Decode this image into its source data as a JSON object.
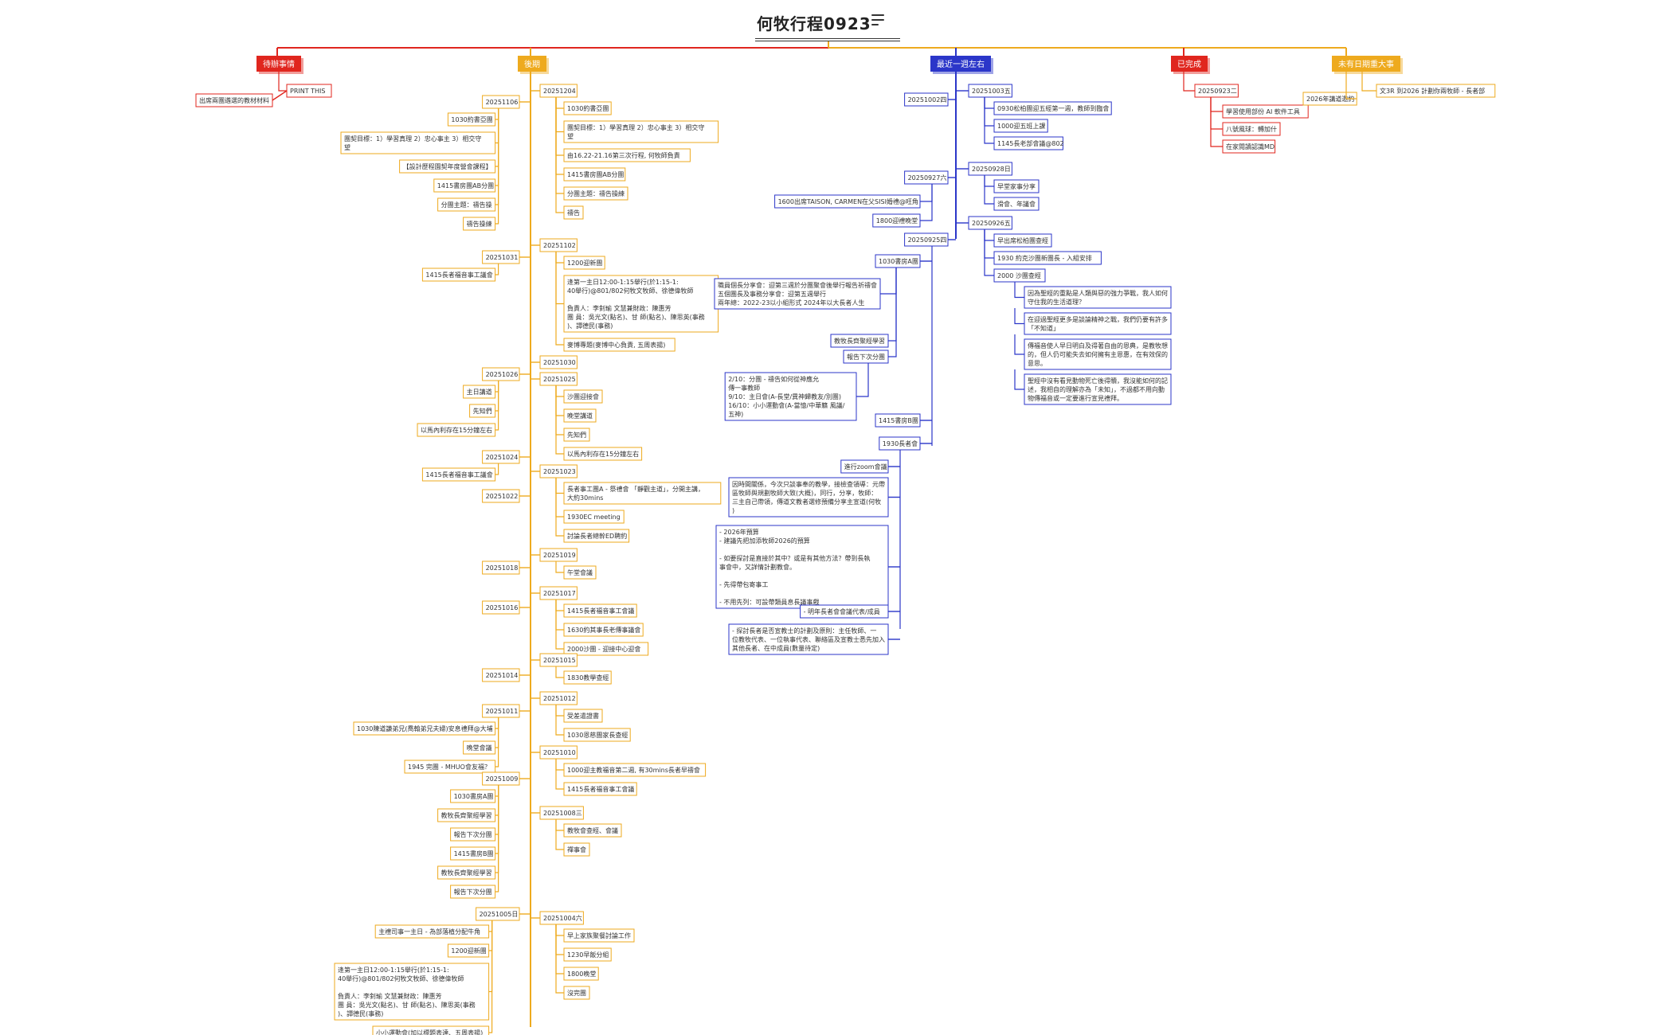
{
  "title": "何牧行程0923",
  "colors": {
    "red": "#e0261e",
    "orange": "#eeaa1e",
    "blue": "#2b36c9",
    "text": "#333333"
  },
  "branches": [
    {
      "id": "todo",
      "label": "待辦事情",
      "color": "red",
      "children": [
        {
          "label": "PRINT THIS",
          "children": [
            {
              "label": "出席兩團遴選的教材材料"
            }
          ]
        }
      ]
    },
    {
      "id": "later",
      "label": "後期",
      "color": "orange",
      "left": [
        {
          "label": "20251106",
          "children": [
            {
              "label": "1030約書亞團"
            },
            {
              "label": "團契目標：1）學習真理  2）忠心事主  3）相交守望",
              "multiline": true
            },
            {
              "label": "【設計歷程園契年度營會課程】"
            },
            {
              "label": "1415書房團AB分團"
            },
            {
              "label": "分團主題：禱告操"
            },
            {
              "label": "禱告操練"
            }
          ]
        },
        {
          "label": "20251031",
          "children": [
            {
              "label": "1415長者福音事工議會"
            }
          ]
        },
        {
          "label": "20251026",
          "children": [
            {
              "label": "主日講道"
            },
            {
              "label": "先知們"
            },
            {
              "label": "以馬內利存在15分鐘左右"
            }
          ]
        },
        {
          "label": "20251024",
          "children": [
            {
              "label": "1415長者福音事工議會"
            }
          ]
        },
        {
          "label": "20251022"
        },
        {
          "label": "20251018"
        },
        {
          "label": "20251016"
        },
        {
          "label": "20251014"
        },
        {
          "label": "20251011",
          "children": [
            {
              "label": "1030陳道謙弟兄(喬翰弟兄夫婦)安息禮拜@大埔"
            },
            {
              "label": "晚堂會議"
            },
            {
              "label": "1945 完團 - MHUO會友福？"
            }
          ]
        },
        {
          "label": "20251009",
          "children": [
            {
              "label": "1030書房A團"
            },
            {
              "label": "教牧長齊聚經學習"
            },
            {
              "label": "報告下次分團"
            },
            {
              "label": "1415書房B團"
            },
            {
              "label": "教牧長齊聚經學習"
            },
            {
              "label": "報告下次分團"
            }
          ]
        },
        {
          "label": "20251005日",
          "children": [
            {
              "label": "主禮司事一主日 - 為部落植分配牛角"
            },
            {
              "label": "1200迎新團"
            },
            {
              "label": "逢第一主日12:00-1:15舉行(於1:15-1:40舉行)@801/802何牧文牧師、徐德偉牧師\n\n負責人：李釗瑜  文慧兼財政：陳惠芳\n團 員：吳光文(點名)、甘 師(點名)、陳思英(事務)、譚德民(事務)",
              "multiline": true
            },
            {
              "label": "小小運動會(加以標題表達、五周表揚)"
            }
          ]
        }
      ],
      "right": [
        {
          "label": "20251204",
          "children": [
            {
              "label": "1030約書亞團"
            },
            {
              "label": "團契目標：1）學習真理  2）忠心事主  3）相交守望",
              "multiline": true
            },
            {
              "label": "由16.22-21.16第三次行程, 何牧師負責"
            },
            {
              "label": "1415書房團AB分團"
            },
            {
              "label": "分團主題：禱告操練"
            },
            {
              "label": "禱告"
            }
          ]
        },
        {
          "label": "20251102",
          "children": [
            {
              "label": "1200迎新團"
            },
            {
              "label": "逢第一主日12:00-1:15舉行(於1:15-1:40舉行)@801/802何牧文牧師、徐德偉牧師\n\n負責人：李釗瑜  文慧兼財政：陳惠芳\n團 員：吳光文(點名)、甘 師(點名)、陳思英(事務)、譚德民(事務)",
              "multiline": true
            },
            {
              "label": "麥博專題(麥博中心負責, 五周表揚)"
            }
          ]
        },
        {
          "label": "20251030"
        },
        {
          "label": "20251025",
          "children": [
            {
              "label": "沙團迎接會"
            },
            {
              "label": "晚堂講道"
            },
            {
              "label": "先知們"
            },
            {
              "label": "以馬內利存在15分鐘左右"
            }
          ]
        },
        {
          "label": "20251023",
          "children": [
            {
              "label": "長者事工團A - 祭禮會 「靜觀主道」，分開主講， 大約30mins",
              "multiline": true
            },
            {
              "label": "1930EC meeting"
            },
            {
              "label": "討論長者總幹ED聘約"
            }
          ]
        },
        {
          "label": "20251019",
          "children": [
            {
              "label": "午堂會議"
            }
          ]
        },
        {
          "label": "20251017",
          "children": [
            {
              "label": "1415長者福音事工會議"
            },
            {
              "label": "1630約其事長老傳事議會"
            },
            {
              "label": "2000沙團 - 迎接中心迎會"
            }
          ]
        },
        {
          "label": "20251015",
          "children": [
            {
              "label": "1830教學查經"
            }
          ]
        },
        {
          "label": "20251012",
          "children": [
            {
              "label": "受差遣證書"
            },
            {
              "label": "1030恩慈團家長查經"
            }
          ]
        },
        {
          "label": "20251010",
          "children": [
            {
              "label": "1000迎主教福音第二週, 有30mins長者早禱會",
              "multiline": true
            },
            {
              "label": "1415長者福音事工會議"
            }
          ]
        },
        {
          "label": "20251008三",
          "children": [
            {
              "label": "教牧會查經、會議"
            },
            {
              "label": "禪事會"
            }
          ]
        },
        {
          "label": "20251004六",
          "children": [
            {
              "label": "早上家族聚餐討論工作"
            },
            {
              "label": "1230早飯分組"
            },
            {
              "label": "1800晚堂"
            },
            {
              "label": "沒完團"
            }
          ]
        }
      ]
    },
    {
      "id": "recent",
      "label": "最近一週左右",
      "color": "blue",
      "left": [
        {
          "label": "20251002四"
        },
        {
          "label": "20250927六",
          "children": [
            {
              "label": "1600出席TAISON, CARMEN在父SISI婚禮@旺角"
            },
            {
              "label": "1800迎禮晚堂"
            }
          ]
        },
        {
          "label": "20250925四",
          "children": [
            {
              "label": "1030書房A團"
            },
            {
              "label": "職員個長分享會：迎第三週於分團聚會後舉行報告祈禱會\n五個團長及事務分享會：迎第五週舉行\n兩年總：2022-23以小組形式  2024年以大長者人生",
              "multiline": true
            },
            {
              "label": "教牧長齊聚經學習"
            },
            {
              "label": "報告下次分團"
            },
            {
              "label": "2/10：分團 - 禱告如何從神應允\n     傳一事教師\n9/10：主日會(A-長堂/異神歸教友/別團)\n16/10：小小運動會(A-當憶/中華籍 風議/五神)",
              "multiline": true
            },
            {
              "label": "1415書房B團"
            },
            {
              "label": "1930長者會"
            },
            {
              "label": "進行zoom會議"
            },
            {
              "label": "因時間關係，今次只談事奉的教學，接檢查領導：元帶區牧師與規劃牧師大致(大概)，同行，分享，牧師：三主自己帶領，傳道文教者選修預備分享主宣道(何牧)",
              "multiline": true
            },
            {
              "label": "- 2026年預算\n   - 建議先把加添牧師2026的預算\n\n   - 如要探討是直接於其中？或是有其他方法？帶到長執事會中，又詳情計劃教會。\n\n   - 先得帶包寄事工\n\n   - 不用先列：可設帶類員息長議事戲",
              "multiline": true
            },
            {
              "label": "- 明年長者會會議代表/成員"
            },
            {
              "label": "- 探討長者是否宣教士的計劃及原則：主任牧師、一位教牧代表、一位執事代表、聯絡區及宣教士悉先加入其他長者、在中成員(數量待定)",
              "multiline": true
            }
          ]
        }
      ],
      "right": [
        {
          "label": "20251003五",
          "children": [
            {
              "label": "0930松柏團迎五經第一週，教師到臨會"
            },
            {
              "label": "1000迎五班上課"
            },
            {
              "label": "1145長老部會議@802"
            }
          ]
        },
        {
          "label": "20250928日",
          "children": [
            {
              "label": "早堂家事分享"
            },
            {
              "label": "滑會、年議會"
            }
          ]
        },
        {
          "label": "20250926五",
          "children": [
            {
              "label": "早出席松柏團查經"
            },
            {
              "label": "1930 約克沙團新團長 - 入組安排"
            },
            {
              "label": "2000 沙團查經"
            },
            {
              "label": "因為聖經的重點是人類與惡的強力爭戰，我人如何守住我的生活道理？",
              "multiline": true
            },
            {
              "label": "在迎過聖經更多是談論精神之戰，我們仍要有許多「不知道」",
              "multiline": true
            },
            {
              "label": "傳福音使人早日明白及得著自由的恩典，是教牧想的，但人仍可能失去如何擁有主恩惠，在有效保的意思。",
              "multiline": true
            },
            {
              "label": "聖經中沒有看見動物死亡後得贖，我沒能如何的記述，我相自的理解亦為「未知」，不過都不用向動物傳福音或一定要進行宣見禮拜。",
              "multiline": true
            }
          ]
        }
      ]
    },
    {
      "id": "done",
      "label": "已完成",
      "color": "red",
      "children": [
        {
          "label": "20250923二",
          "children": [
            {
              "label": "學習使用部份 AI 軟件工具"
            },
            {
              "label": "八號風球：轉加什"
            },
            {
              "label": "在家閱讀認識MD"
            }
          ]
        }
      ]
    },
    {
      "id": "future",
      "label": "未有日期重大事",
      "color": "orange",
      "children": [
        {
          "label": "2026年講道邀約",
          "children": [
            {
              "label": "文3R 到2026 計劃你兩牧師 - 長者部"
            }
          ]
        }
      ]
    }
  ]
}
